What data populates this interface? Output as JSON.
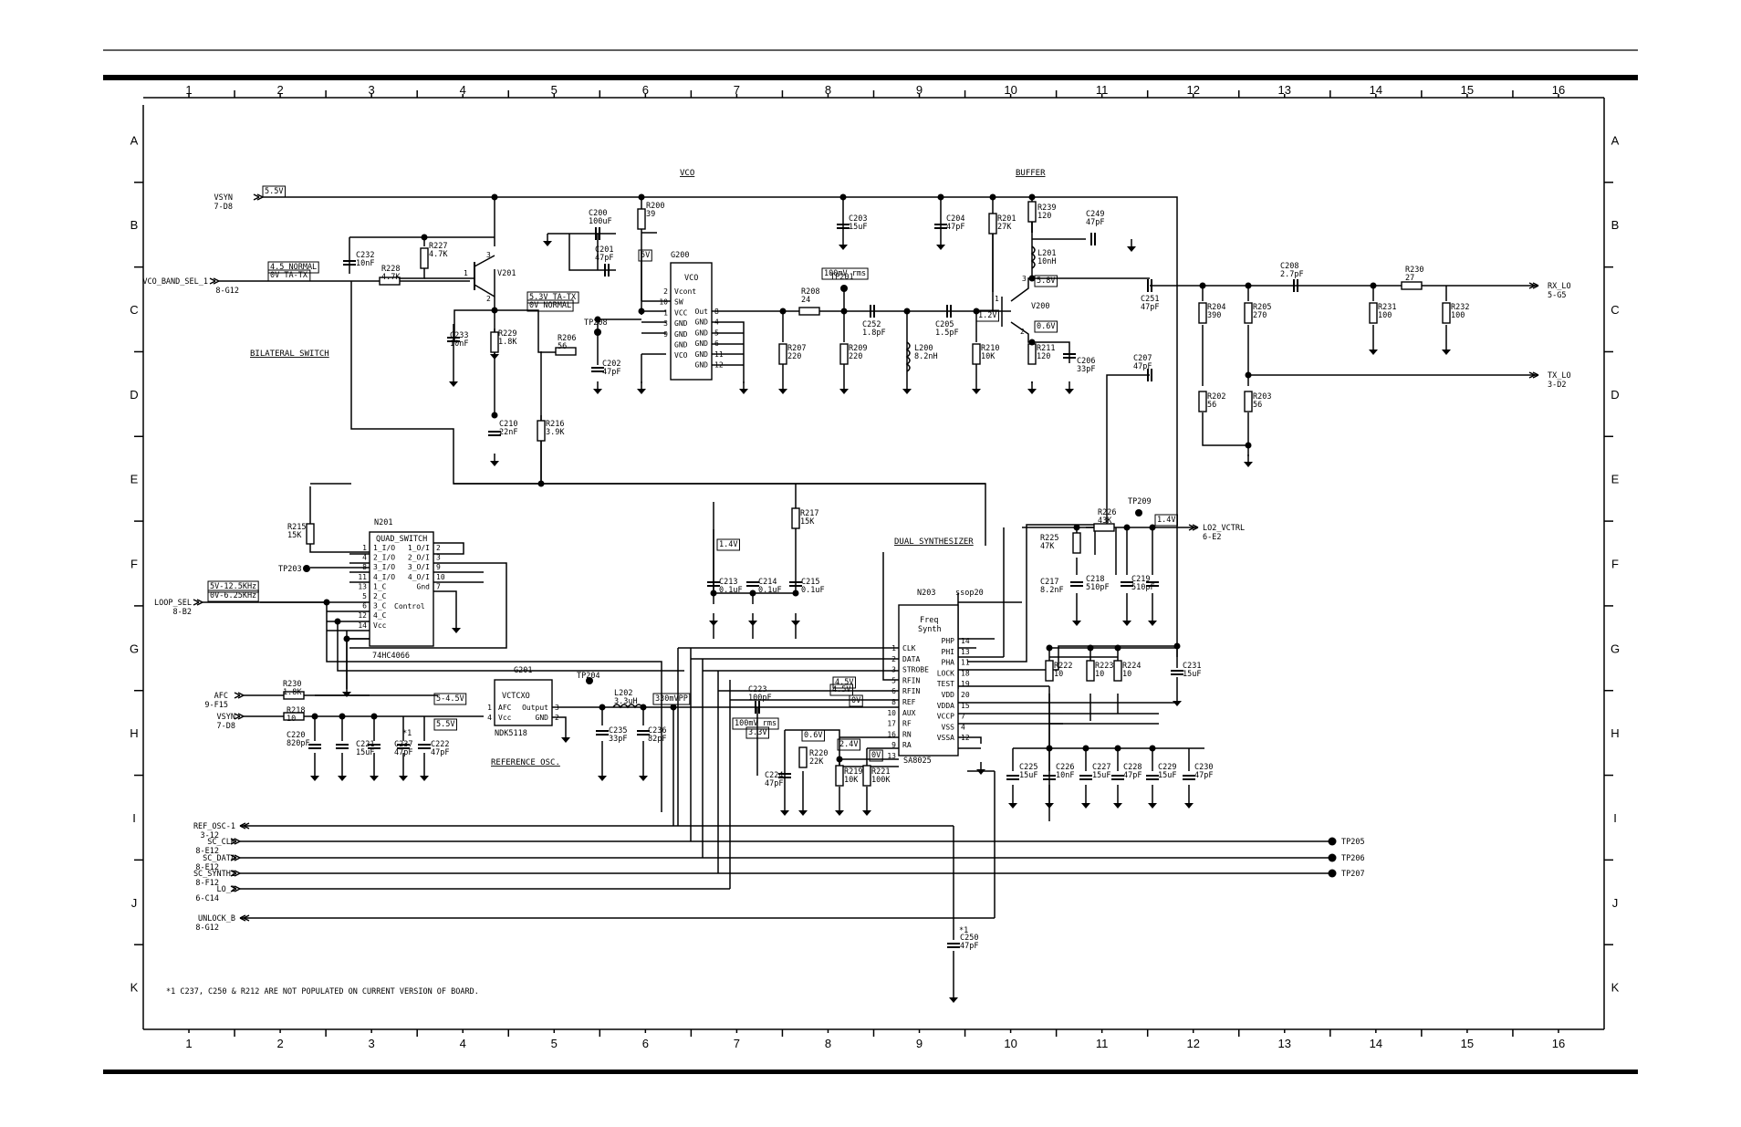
{
  "frame": {
    "columns": [
      "1",
      "2",
      "3",
      "4",
      "5",
      "6",
      "7",
      "8",
      "9",
      "10",
      "11",
      "12",
      "13",
      "14",
      "15",
      "16"
    ],
    "rows": [
      "A",
      "B",
      "C",
      "D",
      "E",
      "F",
      "G",
      "H",
      "I",
      "J",
      "K"
    ]
  },
  "titles": {
    "vco": "VCO",
    "buffer": "BUFFER",
    "bilateral_switch": "BILATERAL SWITCH",
    "dual_synthesizer": "DUAL SYNTHESIZER",
    "reference_osc": "REFERENCE OSC."
  },
  "footnote": "*1  C237, C250 & R212 ARE NOT POPULATED ON CURRENT VERSION OF BOARD.",
  "ports": {
    "vsyn_top": {
      "name": "VSYN",
      "ref": "7-D8"
    },
    "vco_band_sel": {
      "name": "VCO_BAND_SEL_1",
      "ref": "8-G12"
    },
    "loop_sel": {
      "name": "LOOP_SEL",
      "ref": "8-B2"
    },
    "afc": {
      "name": "AFC",
      "ref": "9-F15"
    },
    "vsyn_bottom": {
      "name": "VSYN",
      "ref": "7-D8"
    },
    "ref_osc": {
      "name": "REF_OSC-1",
      "ref": "3-12"
    },
    "sc_clk": {
      "name": "SC_CLK",
      "ref": "8-E12"
    },
    "sc_data": {
      "name": "SC_DATA",
      "ref": "8-E12"
    },
    "sc_synth": {
      "name": "SC_SYNTH2",
      "ref": "8-F12"
    },
    "lo2": {
      "name": "LO_2",
      "ref": "6-C14"
    },
    "unlock": {
      "name": "UNLOCK_B",
      "ref": "8-G12"
    },
    "rx_lo": {
      "name": "RX_LO",
      "ref": "5-G5"
    },
    "tx_lo": {
      "name": "TX_LO",
      "ref": "3-D2"
    },
    "lo2_vctrl": {
      "name": "LO2_VCTRL",
      "ref": "6-E2"
    }
  },
  "testpoints": {
    "tp205": "TP205",
    "tp206": "TP206",
    "tp207": "TP207",
    "tp203": "TP203",
    "tp208": "TP208",
    "tp209": "TP209",
    "tp204": "TP204",
    "tp201": "TP201"
  },
  "voltage_tags": {
    "v55_top": "5.5V",
    "normal_45": "4.5 NORMAL",
    "ta_tx_0": "0V TA-TX",
    "ta_tx_53": "5.3V TA-TX",
    "normal_0": "0V NORMAL",
    "v5": "5V",
    "rms100": "100mV rms",
    "v12": "1.2V",
    "v58": "5.8V",
    "v06": "0.6V",
    "v14a": "1.4V",
    "v14b": "1.4V",
    "loop_125": "5V-12.5KHz",
    "loop_625": "0V-6.25KHz",
    "v545": "5-4.5V",
    "v55_bot": "5.5V",
    "v45a": "4.5V",
    "v45b": "4.5V",
    "v0": "0V",
    "vpp330": "330mVPP",
    "rms100b": "100mV rms",
    "v33": "3.3V",
    "v06b": "0.6V",
    "v24": "2.4V",
    "v0b": "0V"
  },
  "components": {
    "v201": "V201",
    "v200": "V200",
    "n201": "N201",
    "n201_type": "QUAD_SWITCH",
    "n201_part": "74HC4066",
    "g200": "G200",
    "g200_func": "VCO",
    "g201": "G201",
    "g201_func": "VCTCXO",
    "g201_part": "NDK5118",
    "n203": "N203",
    "n203_pkg": "ssop20",
    "n203_func1": "Freq",
    "n203_func2": "Synth",
    "n203_part": "SA8025",
    "l200": "L200",
    "l200_v": "8.2nH",
    "l201": "L201",
    "l201_v": "10nH",
    "l202": "L202",
    "l202_v": "3.3uH",
    "c232": "C232",
    "c232_v": "10nF",
    "r227": "R227",
    "r227_v": "4.7K",
    "r228": "R228",
    "r228_v": "4.7K",
    "c233": "C233",
    "c233_v": "10nF",
    "r229": "R229",
    "r229_v": "1.8K",
    "c200": "C200",
    "c200_v": "100uF",
    "r200": "R200",
    "r200_v": "39",
    "c201": "C201",
    "c201_v": "47pF",
    "c202": "C202",
    "c202_v": "47pF",
    "r206": "R206",
    "r206_v": "56",
    "c210": "C210",
    "c210_v": "22nF",
    "r216": "R216",
    "r216_v": "3.9K",
    "c203": "C203",
    "c203_v": "15uF",
    "r208": "R208",
    "r208_v": "24",
    "r207": "R207",
    "r207_v": "220",
    "r209": "R209",
    "r209_v": "220",
    "c252": "C252",
    "c252_v": "1.8pF",
    "c204": "C204",
    "c204_v": "47pF",
    "c205": "C205",
    "c205_v": "1.5pF",
    "r201": "R201",
    "r201_v": "27K",
    "r239": "R239",
    "r239_v": "120",
    "c249": "C249",
    "c249_v": "47pF",
    "r210": "R210",
    "r210_v": "10K",
    "r211": "R211",
    "r211_v": "120",
    "c206": "C206",
    "c206_v": "33pF",
    "c251": "C251",
    "c251_v": "47pF",
    "c207": "C207",
    "c207_v": "47pF",
    "r204": "R204",
    "r204_v": "390",
    "r205": "R205",
    "r205_v": "270",
    "c208": "C208",
    "c208_v": "2.7pF",
    "r230": "R230",
    "r230_v": "27",
    "r231": "R231",
    "r231_v": "100",
    "r232": "R232",
    "r232_v": "100",
    "r202": "R202",
    "r202_v": "56",
    "r203": "R203",
    "r203_v": "56",
    "r215": "R215",
    "r215_v": "15K",
    "r217": "R217",
    "r217_v": "15K",
    "c213": "C213",
    "c213_v": "0.1uF",
    "c214": "C214",
    "c214_v": "0.1uF",
    "c215": "C215",
    "c215_v": "0.1uF",
    "r226": "R226",
    "r226_v": "43K",
    "r225": "R225",
    "r225_v": "47K",
    "c217": "C217",
    "c217_v": "8.2nF",
    "c218": "C218",
    "c218_v": "510pF",
    "c219": "C219",
    "c219_v": "510pF",
    "r222": "R222",
    "r222_v": "10",
    "r223": "R223",
    "r223_v": "10",
    "r224": "R224",
    "r224_v": "10",
    "c231": "C231",
    "c231_v": "15uF",
    "c225": "C225",
    "c225_v": "15uF",
    "c226": "C226",
    "c226_v": "10nF",
    "c227": "C227",
    "c227_v": "15uF",
    "c228": "C228",
    "c228_v": "47pF",
    "c229": "C229",
    "c229_v": "15uF",
    "c230": "C230",
    "c230_v": "47pF",
    "r230b": "R230",
    "r230b_v": "1.8K",
    "r218": "R218",
    "r218_v": "10",
    "c220": "C220",
    "c220_v": "820pF",
    "c221": "C221",
    "c221_v": "15uF",
    "c237": "C237",
    "c237_v": "47pF",
    "c222": "C222",
    "c222_v": "47pF",
    "c235": "C235",
    "c235_v": "33pF",
    "c236": "C236",
    "c236_v": "82pF",
    "c223": "C223",
    "c223_v": "100pF",
    "c224": "C224",
    "c224_v": "47pF",
    "r220": "R220",
    "r220_v": "22K",
    "r219": "R219",
    "r219_v": "10K",
    "r221": "R221",
    "r221_v": "100K",
    "c250": "C250",
    "c250_v": "47pF",
    "star1": "*1"
  },
  "pins": {
    "n201": {
      "left": [
        "1_I/O",
        "2_I/O",
        "3_I/O",
        "4_I/O",
        "1_C",
        "2_C",
        "3_C",
        "4_C",
        "Vcc"
      ],
      "left_num": [
        "1",
        "4",
        "8",
        "11",
        "13",
        "5",
        "6",
        "12",
        "14"
      ],
      "right": [
        "1_O/I",
        "2_O/I",
        "3_O/I",
        "4_O/I",
        "Gnd"
      ],
      "right_num": [
        "2",
        "3",
        "9",
        "10",
        "7"
      ],
      "control": "Control"
    },
    "g200": {
      "left": [
        "Vcont",
        "SW",
        "VCC",
        "GND",
        "GND",
        "GND",
        "VCO"
      ],
      "left_num": [
        "2",
        "10",
        "1",
        "3",
        "9"
      ],
      "right": [
        "Out",
        "GND",
        "GND",
        "GND",
        "GND",
        "GND"
      ],
      "right_num": [
        "8",
        "4",
        "5",
        "6",
        "11",
        "12"
      ]
    },
    "g201": {
      "left": [
        "AFC",
        "Vcc"
      ],
      "left_num": [
        "1",
        "4"
      ],
      "right": [
        "Output",
        "GND"
      ],
      "right_num": [
        "3",
        "2"
      ]
    },
    "n203": {
      "left": [
        "CLK",
        "DATA",
        "STROBE",
        "RFIN",
        "RFIN",
        "REF",
        "AUX",
        "RF",
        "RN",
        "RA"
      ],
      "left_num": [
        "1",
        "2",
        "3",
        "5",
        "6",
        "8",
        "10",
        "17",
        "16",
        "9",
        "13"
      ],
      "right": [
        "PHP",
        "PHI",
        "PHA",
        "LOCK",
        "TEST",
        "VDD",
        "VDDA",
        "VCCP",
        "VSS",
        "VSSA"
      ],
      "right_num": [
        "14",
        "13",
        "11",
        "18",
        "19",
        "20",
        "15",
        "7",
        "4",
        "12"
      ]
    },
    "v200": {
      "b": "1",
      "c": "3",
      "e": "2"
    },
    "v201": {
      "b": "1",
      "c": "3",
      "e": "2"
    }
  }
}
